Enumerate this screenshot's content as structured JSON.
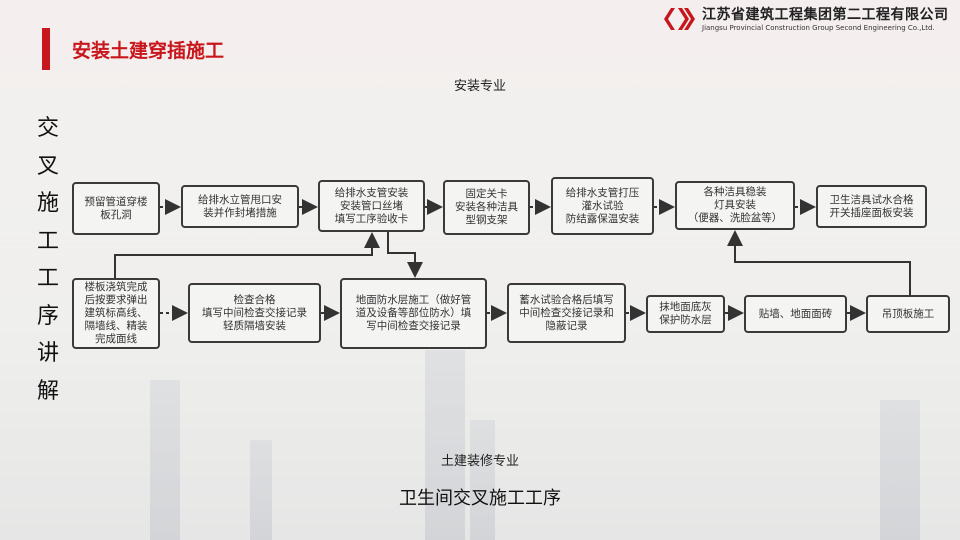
{
  "header": {
    "title": "安装土建穿插施工",
    "company_cn": "江苏省建筑工程集团第二工程有限公司",
    "company_en": "Jiangsu Provincial Construction Group Second Engineering Co.,Ltd."
  },
  "side_title": "交叉施工工序讲解",
  "labels": {
    "install": "安装专业",
    "civil": "土建装修专业",
    "subtitle": "卫生间交叉施工工序"
  },
  "top_row": [
    "预留管道穿楼\n板孔洞",
    "给排水立管甩口安\n装并作封堵措施",
    "给排水支管安装\n安装管口丝堵\n填写工序验收卡",
    "固定关卡\n安装各种洁具\n型钢支架",
    "给排水支管打压\n灌水试验\n防结露保温安装",
    "各种洁具稳装\n灯具安装\n（便器、洗脸盆等）",
    "卫生洁具试水合格\n开关插座面板安装"
  ],
  "bottom_row": [
    "楼板浇筑完成\n后按要求弹出\n建筑标高线、\n隔墙线、精装\n完成面线",
    "检查合格\n填写中间检查交接记录\n轻质隔墙安装",
    "地面防水层施工（做好管\n道及设备等部位防水）填\n写中间检查交接记录",
    "蓄水试验合格后填写\n中间检查交接记录和\n隐蔽记录",
    "抹地面底灰\n保护防水层",
    "贴墙、地面面砖",
    "吊顶板施工"
  ]
}
